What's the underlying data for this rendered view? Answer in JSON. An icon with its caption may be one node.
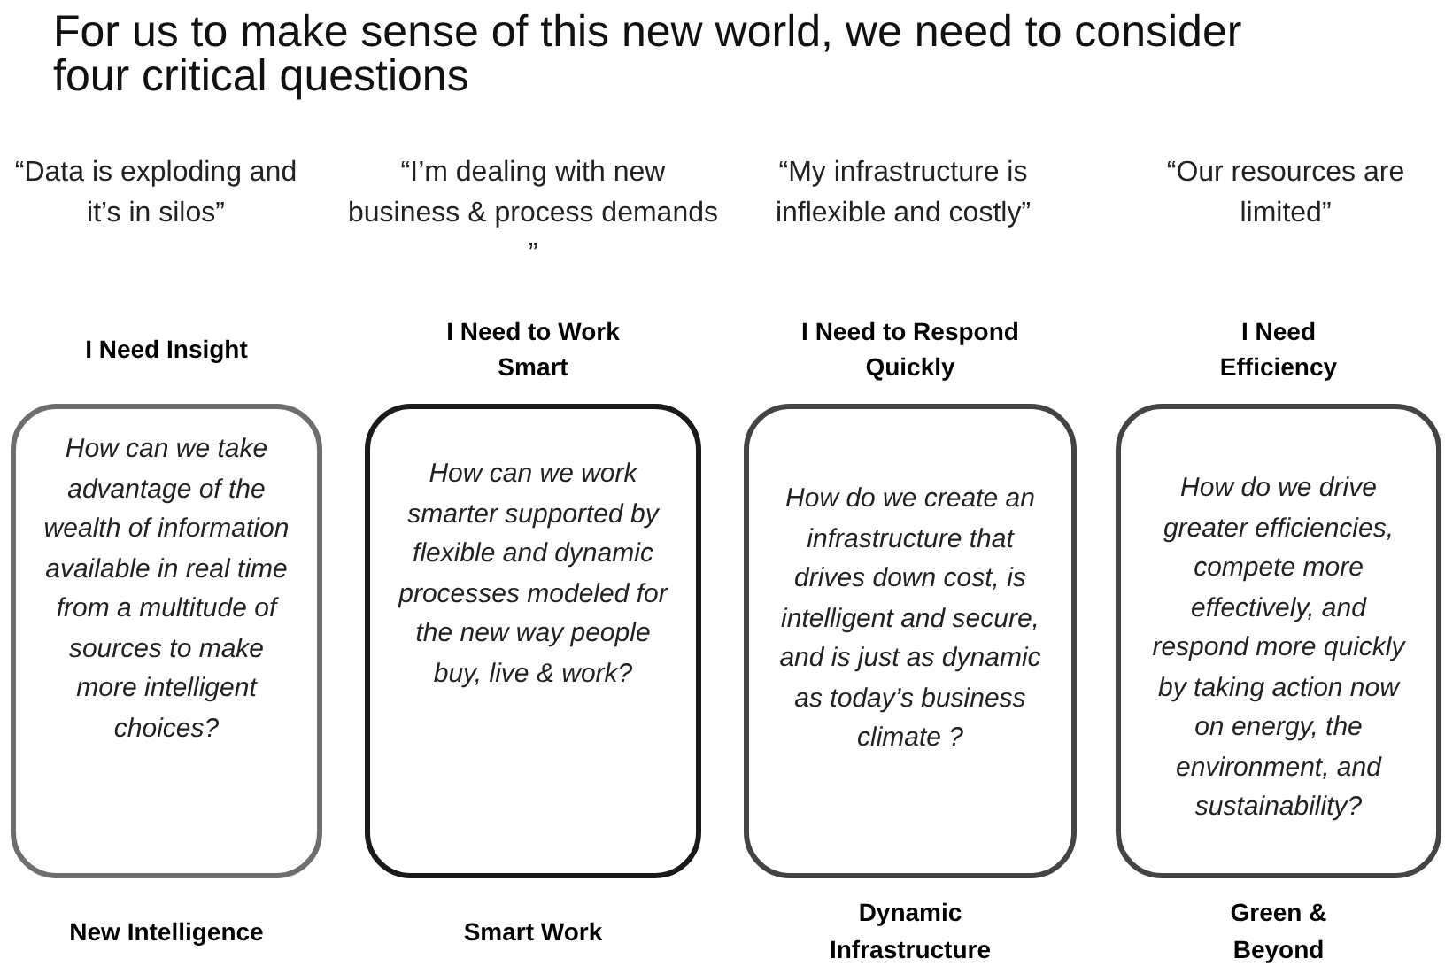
{
  "diagram": {
    "title": "For us to make sense of this new world, we need to consider four critical questions",
    "nodes": [
      {
        "text": [
          "I Need Insight",
          "How can we take advantage of the wealth of information available in real time from a multitude of sources to make more intelligent choices?"
        ],
        "beside": [
          "New Intelligence"
        ]
      },
      {
        "text": [
          "I Need to Work Smart",
          "How can we work smarter supported by flexible and dynamic processes modeled for the new way people buy, live & work?"
        ],
        "beside": [
          "Smart Work"
        ]
      },
      {
        "text": [
          "I Need to Respond Quickly",
          "How do we create an infrastructure that drives down cost, is intelligent and secure, and is just as dynamic as today’s business climate ?"
        ],
        "beside": [
          "Dynamic Infrastructure"
        ]
      },
      {
        "text": [
          "I Need Efficiency",
          "How do we drive greater efficiencies, compete more effectively, and respond more quickly by taking action now on energy, the environment, and sustainability?"
        ],
        "beside": [
          "Green & Beyond"
        ]
      }
    ],
    "labels": [
      "“Data is exploding and it’s in silos”",
      "“I’m dealing with new business & process demands ”",
      "“My infrastructure is inflexible and costly”",
      "“Our resources are limited”"
    ]
  }
}
